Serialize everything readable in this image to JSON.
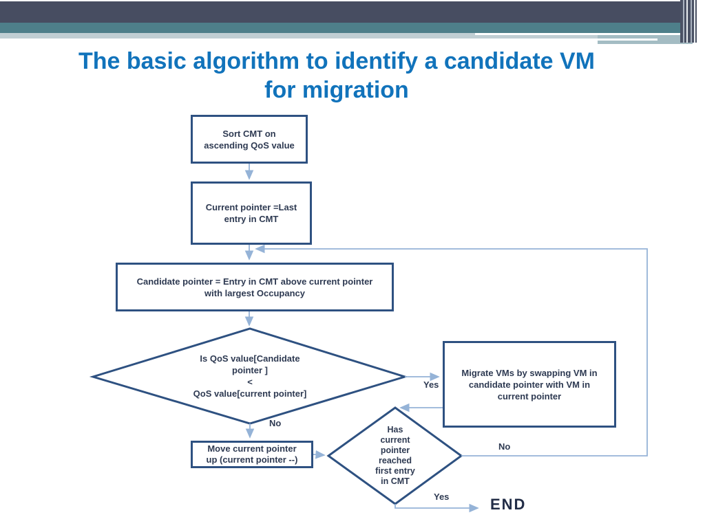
{
  "slide": {
    "title_line1": "The basic algorithm to identify a candidate VM",
    "title_line2": "for migration"
  },
  "flowchart": {
    "box_sort": "Sort CMT on\nascending QoS value",
    "box_current": "Current pointer =Last\nentry in CMT",
    "box_candidate": "Candidate pointer = Entry in CMT above current pointer\nwith largest Occupancy",
    "diamond_qos": "Is QoS value[Candidate\npointer ]\n<\nQoS value[current pointer]",
    "box_migrate": "Migrate VMs by swapping VM in\ncandidate pointer with VM in\ncurrent pointer",
    "box_move": "Move current pointer\nup (current pointer --)",
    "diamond_first": "Has\ncurrent\npointer\nreached\nfirst entry\nin CMT",
    "label_yes_migrate": "Yes",
    "label_no_move": "No",
    "label_no_loop": "No",
    "label_yes_end": "Yes",
    "end_label": "END"
  },
  "colors": {
    "title_blue": "#1173bb",
    "header_dark": "#474d61",
    "header_teal": "#4e7f8a",
    "shape_border": "#2e5181",
    "connector": "#95b3d7",
    "text": "#2e3a52"
  }
}
